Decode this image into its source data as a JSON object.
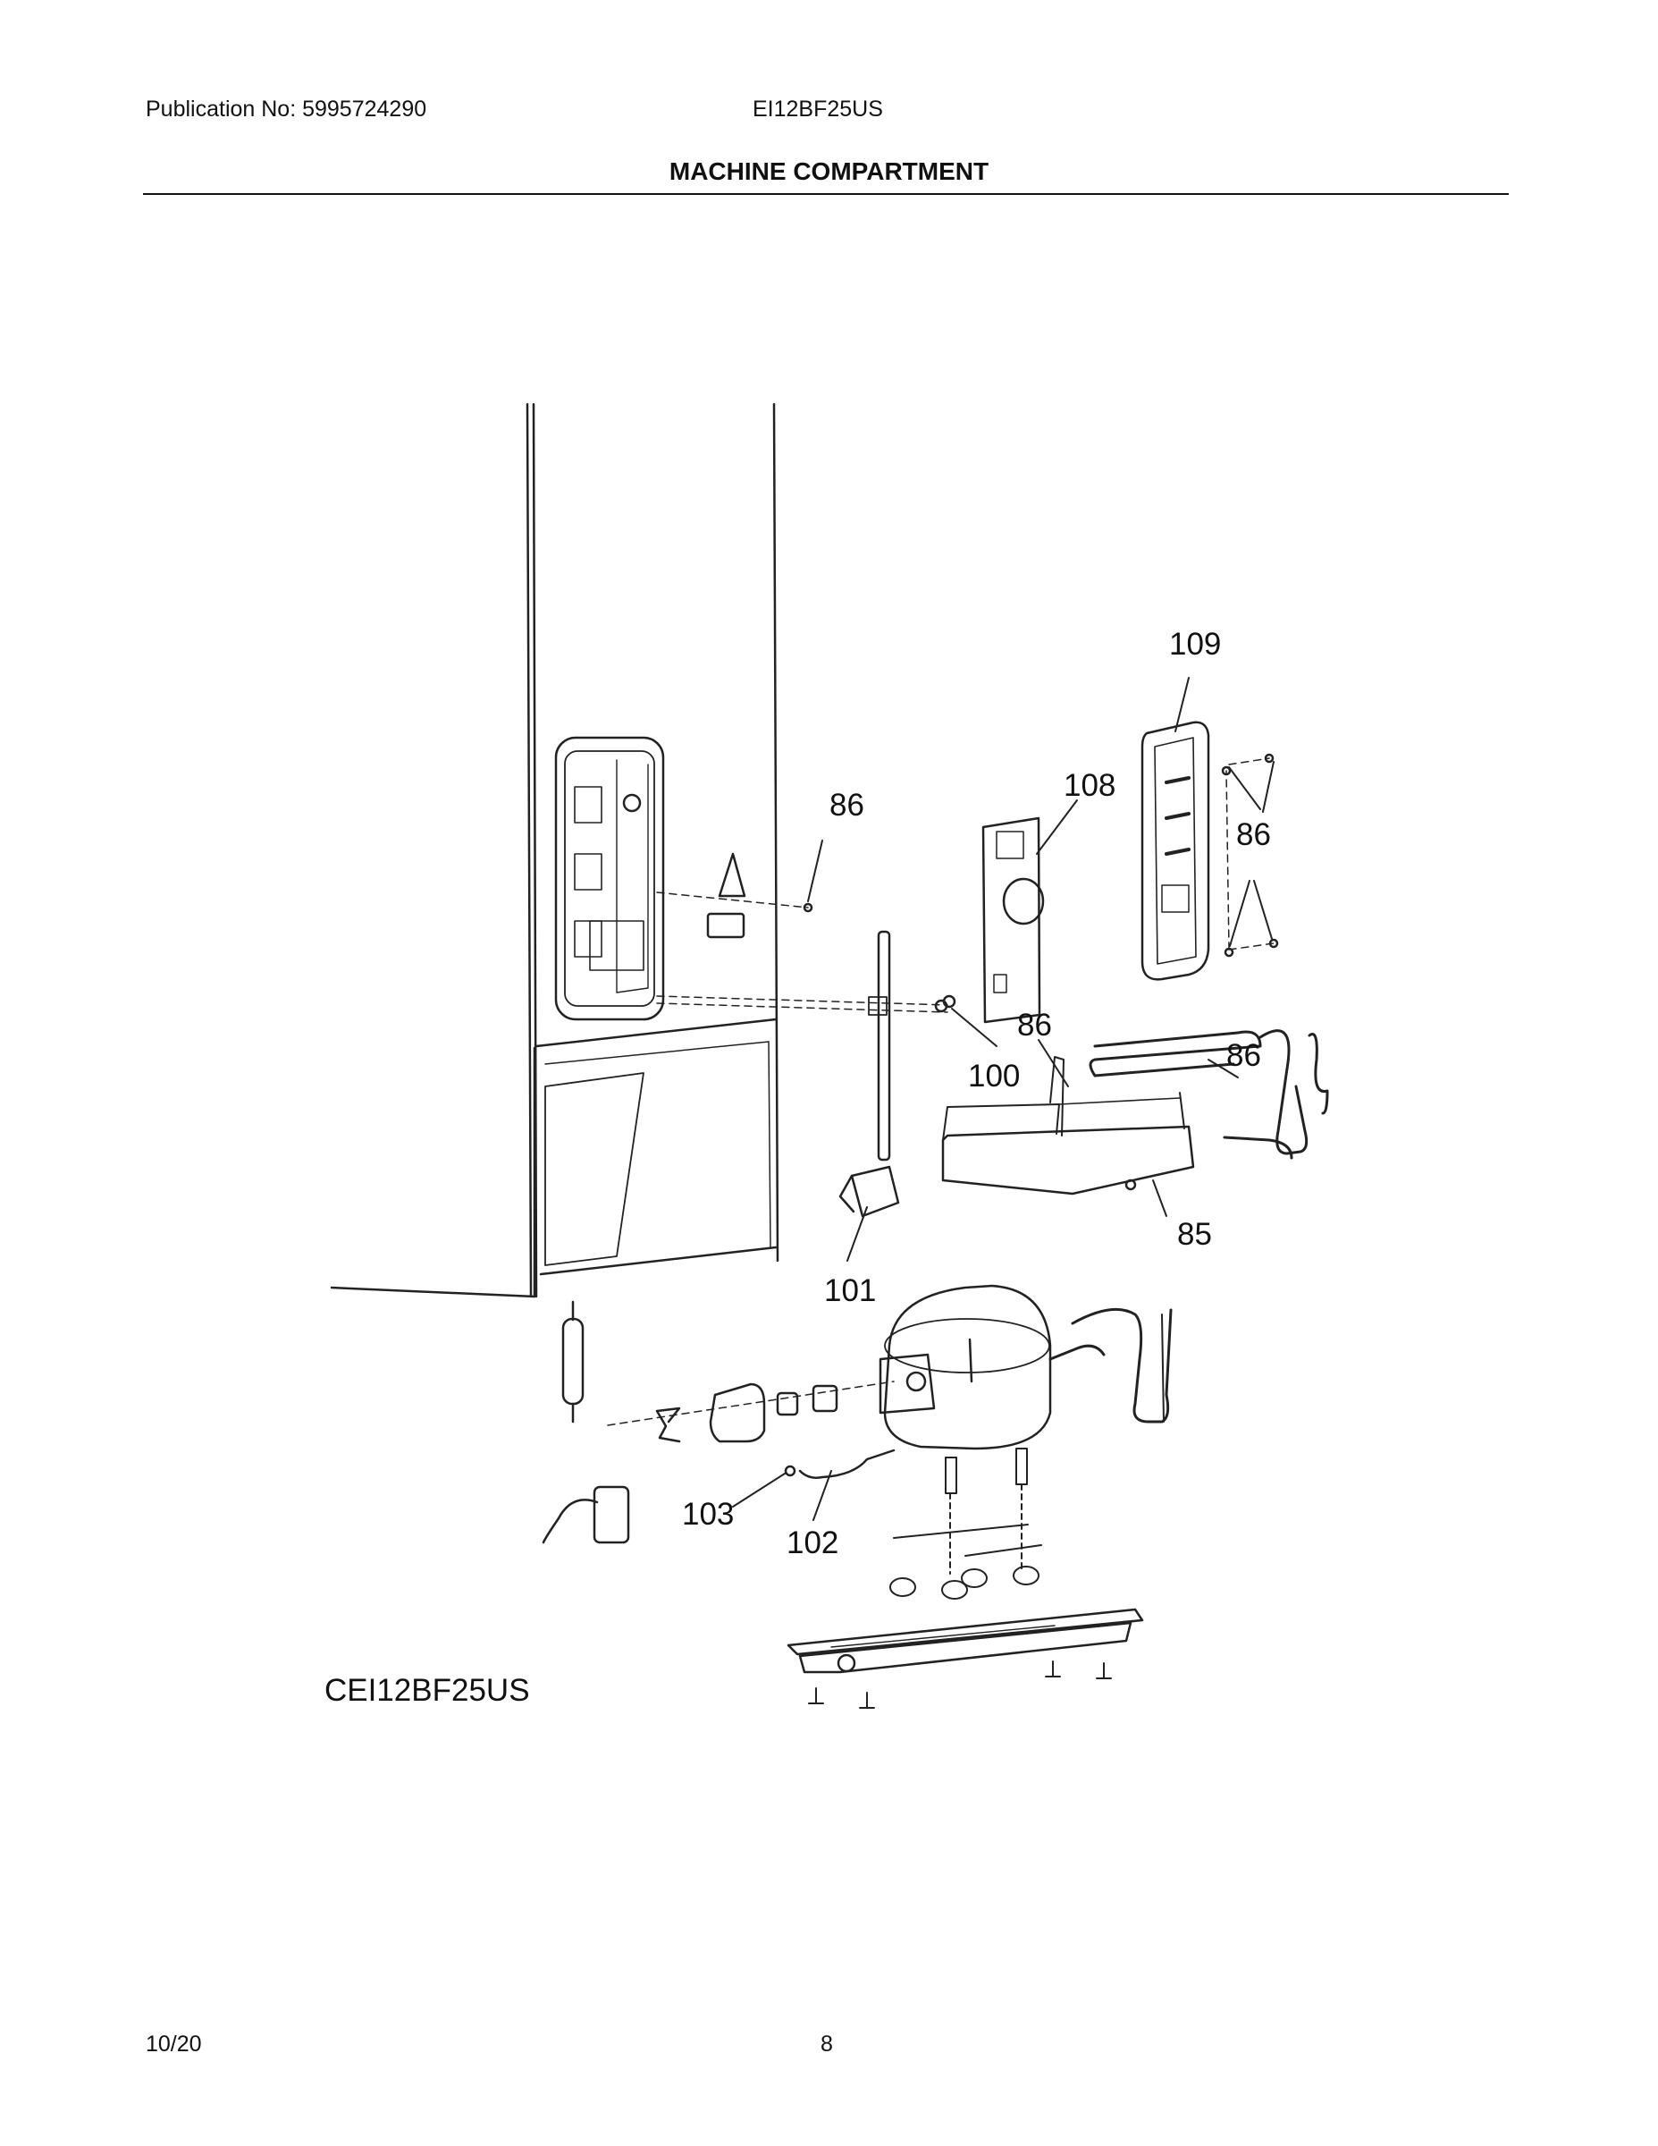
{
  "header": {
    "publication": "Publication No: 5995724290",
    "model": "EI12BF25US",
    "title": "MACHINE COMPARTMENT"
  },
  "diagram": {
    "model_label": "CEI12BF25US",
    "callouts": {
      "c109": "109",
      "c108": "108",
      "c86_upper": "86",
      "c86_right": "86",
      "c86_mid": "86",
      "c86_tray": "86",
      "c100": "100",
      "c85": "85",
      "c101": "101",
      "c103": "103",
      "c102": "102"
    }
  },
  "footer": {
    "date": "10/20",
    "page": "8"
  }
}
